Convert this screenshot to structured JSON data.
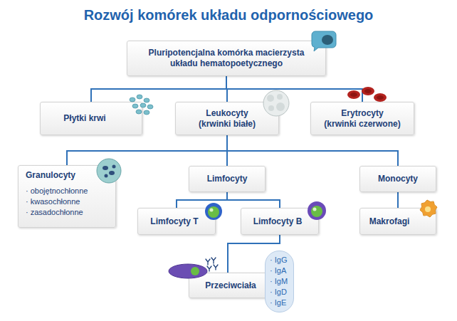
{
  "diagram": {
    "title": "Rozwój komórek układu odpornościowego",
    "nodes": [
      {
        "text": [
          "Pluripotencjalna komórka macierzysta układu hematopoetycznego"
        ]
      },
      {
        "text": [
          "Płytki krwi"
        ]
      },
      {
        "text": [
          "Leukocyty",
          "(krwinki białe)"
        ]
      },
      {
        "text": [
          "Erytrocyty",
          "(krwinki czerwone)"
        ]
      },
      {
        "text": [
          "Granulocyty",
          "· obojętnochłonne",
          "· kwasochłonne",
          "· zasadochłonne"
        ]
      },
      {
        "text": [
          "Limfocyty"
        ]
      },
      {
        "text": [
          "Monocyty"
        ]
      },
      {
        "text": [
          "Limfocyty T"
        ]
      },
      {
        "text": [
          "Limfocyty B"
        ]
      },
      {
        "text": [
          "Makrofagi"
        ]
      },
      {
        "text": [
          "Przeciwciała"
        ]
      },
      {
        "text": [
          "· IgG",
          "· IgA",
          "· IgM",
          "· IgD",
          "· IgE"
        ]
      }
    ],
    "edges": [
      {
        "from": 0,
        "to": 1,
        "arrow": "none"
      },
      {
        "from": 0,
        "to": 2,
        "arrow": "none"
      },
      {
        "from": 0,
        "to": 3,
        "arrow": "none"
      },
      {
        "from": 2,
        "to": 4,
        "arrow": "none"
      },
      {
        "from": 2,
        "to": 5,
        "arrow": "none"
      },
      {
        "from": 2,
        "to": 6,
        "arrow": "none"
      },
      {
        "from": 5,
        "to": 7,
        "arrow": "none"
      },
      {
        "from": 5,
        "to": 8,
        "arrow": "none"
      },
      {
        "from": 6,
        "to": 9,
        "arrow": "none"
      },
      {
        "from": 8,
        "to": 10,
        "arrow": "none"
      }
    ]
  }
}
